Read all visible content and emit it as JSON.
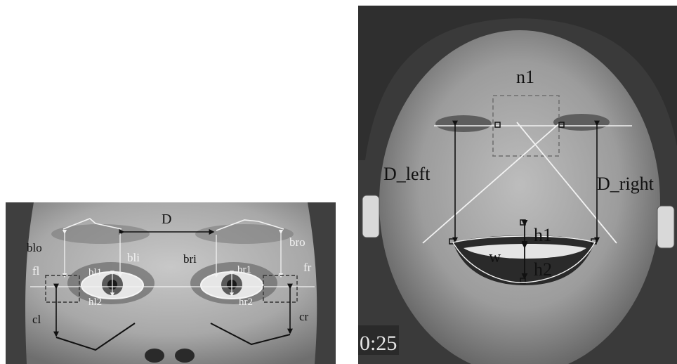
{
  "left_figure": {
    "labels": {
      "D": "D",
      "blo": "blo",
      "bli": "bli",
      "bri": "bri",
      "bro": "bro",
      "fl": "fl",
      "fr": "fr",
      "bl1": "bl1",
      "br1": "br1",
      "hl2": "hl2",
      "hr2": "hr2",
      "cl": "cl",
      "cr": "cr"
    }
  },
  "right_figure": {
    "labels": {
      "n1": "n1",
      "D_left": "D_left",
      "D_right": "D_right",
      "h1": "h1",
      "h2": "h2",
      "w": "w"
    },
    "timestamp": "0:25"
  },
  "colors": {
    "photo_skin": "#9a9a9a",
    "photo_dark": "#3a3a3a",
    "overlay_light": "#f2f2f2",
    "overlay_dark": "#111111",
    "dashed_box": "#555555"
  }
}
